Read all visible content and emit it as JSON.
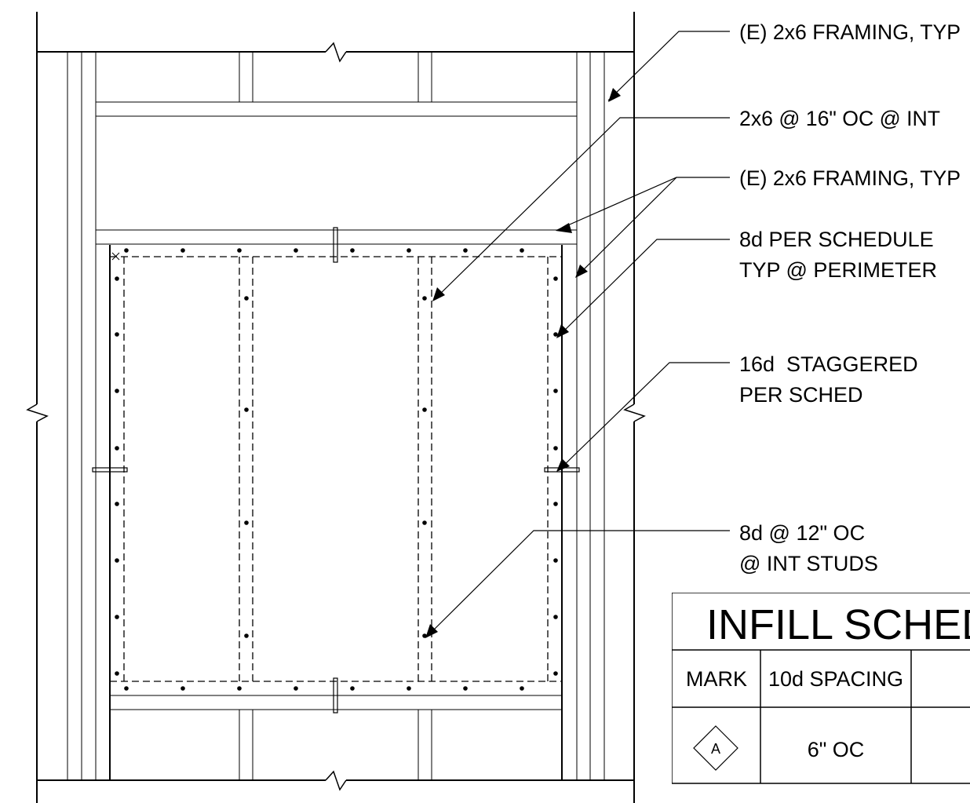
{
  "callouts": {
    "existing_framing_top": "(E) 2x6 FRAMING, TYP",
    "int_studs": "2x6 @ 16\" OC @ INT",
    "existing_framing_mid": "(E) 2x6 FRAMING, TYP",
    "perimeter_nails": [
      "8d PER SCHEDULE",
      "TYP @ PERIMETER"
    ],
    "staggered_nails": [
      "16d  STAGGERED",
      "PER SCHED"
    ],
    "int_nails": [
      "8d @ 12\" OC",
      "@ INT STUDS"
    ]
  },
  "schedule": {
    "title": "INFILL SCHEDULE",
    "headers": [
      "MARK",
      "10d SPACING"
    ],
    "rows": [
      {
        "mark": "A",
        "spacing": "6\" OC"
      }
    ]
  }
}
